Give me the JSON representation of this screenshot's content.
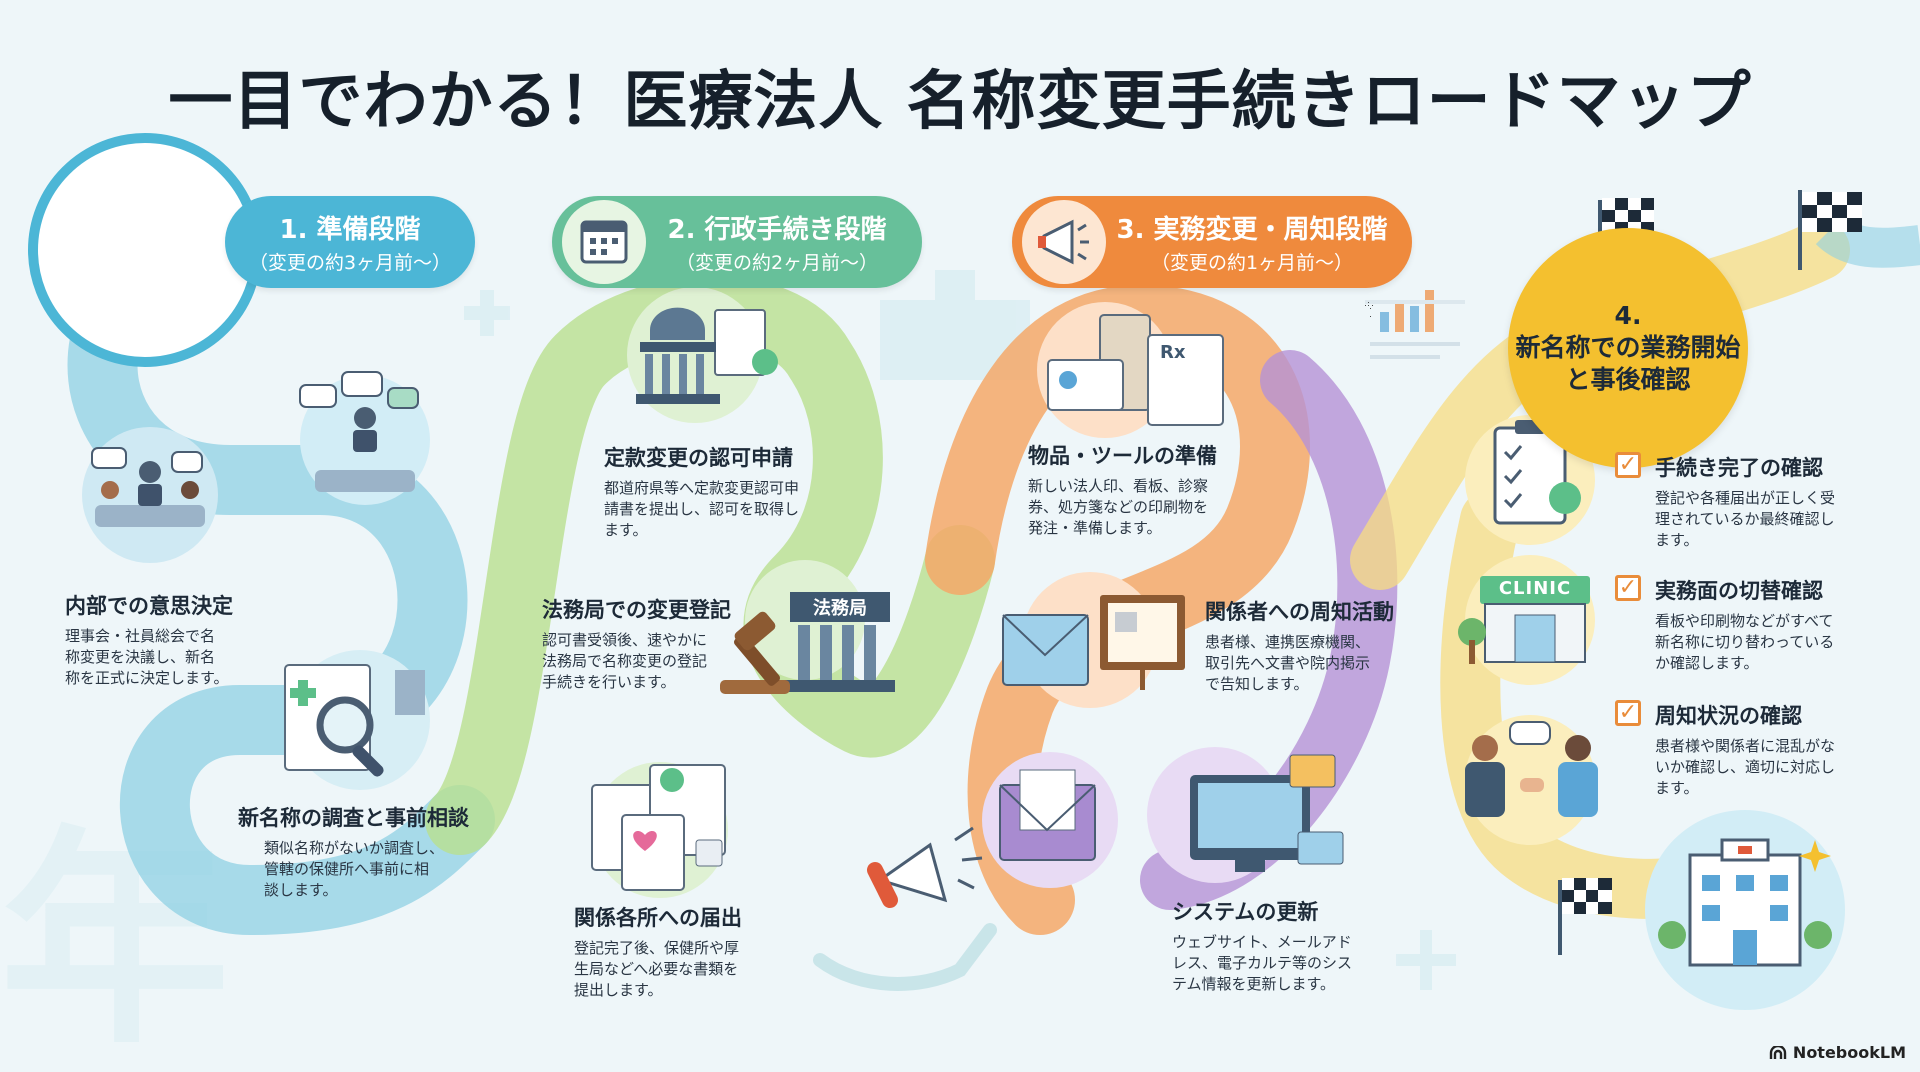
{
  "title": "一目でわかる！医療法人 名称変更手続きロードマップ",
  "stages": [
    {
      "label": "1. 準備段階",
      "sub": "（変更の約3ヶ月前〜）",
      "color": "#4cb6d6"
    },
    {
      "label": "2. 行政手続き段階",
      "sub": "（変更の約2ヶ月前〜）",
      "color": "#67c09a"
    },
    {
      "label": "3. 実務変更・周知段階",
      "sub": "（変更の約1ヶ月前〜）",
      "color": "#ef8a3d"
    },
    {
      "label_line1": "4.",
      "label_line2": "新名称での業務開始",
      "label_line3": "と事後確認",
      "color": "#f4c02f"
    }
  ],
  "steps": {
    "s1a": {
      "title": "内部での意思決定",
      "desc": [
        "理事会・社員総会で名",
        "称変更を決議し、新名",
        "称を正式に決定します。"
      ]
    },
    "s1b": {
      "title": "新名称の調査と事前相談",
      "desc": [
        "類似名称がないか調査し、",
        "管轄の保健所へ事前に相",
        "談します。"
      ]
    },
    "s2a": {
      "title": "定款変更の認可申請",
      "desc": [
        "都道府県等へ定款変更認可申",
        "請書を提出し、認可を取得し",
        "ます。"
      ]
    },
    "s2b": {
      "title": "法務局での変更登記",
      "desc": [
        "認可書受領後、速やかに",
        "法務局で名称変更の登記",
        "手続きを行います。"
      ]
    },
    "s2c": {
      "title": "関係各所への届出",
      "desc": [
        "登記完了後、保健所や厚",
        "生局などへ必要な書類を",
        "提出します。"
      ]
    },
    "s3a": {
      "title": "物品・ツールの準備",
      "desc": [
        "新しい法人印、看板、診察",
        "券、処方箋などの印刷物を",
        "発注・準備します。"
      ]
    },
    "s3b": {
      "title": "関係者への周知活動",
      "desc": [
        "患者様、連携医療機関、",
        "取引先へ文書や院内掲示",
        "で告知します。"
      ]
    },
    "s3c": {
      "title": "システムの更新",
      "desc": [
        "ウェブサイト、メールアド",
        "レス、電子カルテ等のシス",
        "テム情報を更新します。"
      ]
    },
    "s4a": {
      "title": "手続き完了の確認",
      "desc": [
        "登記や各種届出が正しく受",
        "理されているか最終確認し",
        "ます。"
      ]
    },
    "s4b": {
      "title": "実務面の切替確認",
      "desc": [
        "看板や印刷物などがすべて",
        "新名称に切り替わっている",
        "か確認します。"
      ]
    },
    "s4c": {
      "title": "周知状況の確認",
      "desc": [
        "患者様や関係者に混乱がな",
        "いか確認し、適切に対応し",
        "ます。"
      ]
    }
  },
  "labels": {
    "legal_bureau": "法務局",
    "clinic_sign": "CLINIC",
    "rx": "Rx"
  },
  "logo": "NotebookLM",
  "colors": {
    "blue": "#4cb6d6",
    "green": "#8fcf6f",
    "orange": "#ef8a3d",
    "purple": "#9b6ec4",
    "yellow": "#f4c02f"
  }
}
